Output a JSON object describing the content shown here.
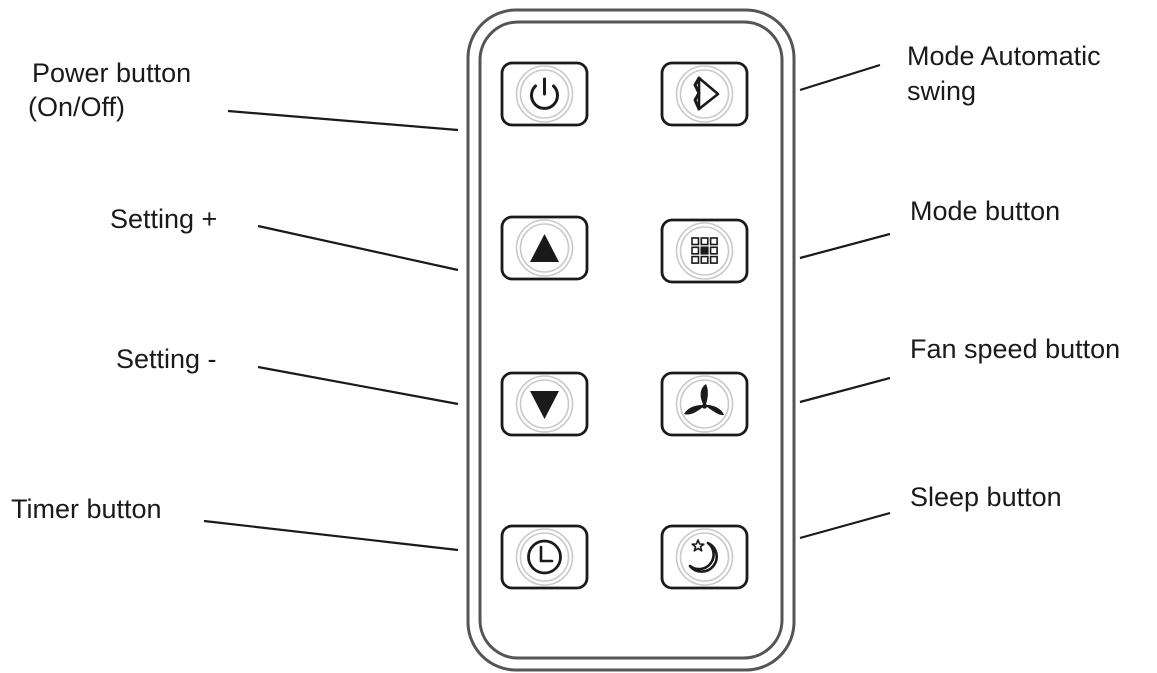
{
  "labels": {
    "power_line1": "Power button",
    "power_line2": "(On/Off)",
    "setting_plus": "Setting +",
    "setting_minus": "Setting -",
    "timer": "Timer button",
    "swing_line1": "Mode Automatic",
    "swing_line2": "swing",
    "mode": "Mode button",
    "fan_speed": "Fan speed button",
    "sleep": "Sleep button"
  },
  "icons": {
    "power": "power-icon",
    "swing": "swing-icon",
    "up": "triangle-up-icon",
    "mode": "mode-grid-icon",
    "down": "triangle-down-icon",
    "fan": "fan-icon",
    "timer": "clock-icon",
    "sleep": "moon-star-icon"
  },
  "colors": {
    "line": "#1a1a1a",
    "remote_outline": "#555555",
    "ring": "#c9c9c9"
  }
}
